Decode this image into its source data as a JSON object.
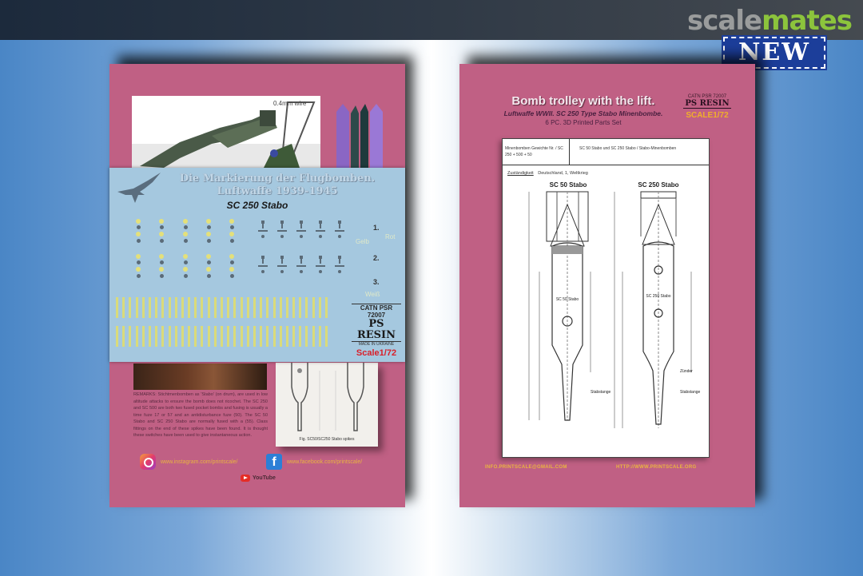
{
  "header": {
    "logo_part1": "scale",
    "logo_part2": "mates",
    "badge": "NEW"
  },
  "left_panel": {
    "image_label": "0.4mm wire",
    "decal_sheet": {
      "title_line1": "Die Markierung der Flugbomben.",
      "title_line2": "Luftwaffe 1939-1945",
      "subtitle": "SC 250 Stabo",
      "numbers": [
        "1.",
        "2.",
        "3."
      ],
      "pale_labels": [
        "Gelb",
        "Rot",
        "Weiß"
      ],
      "brand_code": "CATN PSR 72007",
      "brand_name": "PS RESIN",
      "brand_small": "MADE IN UKRAINE",
      "brand_scale": "Scale1/72"
    },
    "description": "REMARKS: Stichtmenbomben as 'Stabo' (on drum), are used in low altitude attacks to ensure the bomb does not ricochet. The SC 250 and SC 500 are both two fused pocket bombs and fusing is usually a time fuze 17 or 57 and an antidisturbance fuze (50). The SC 50 Stabo and SC 250 Stabo are normally fused with a (55). Class fittings on the end of these spikes have been found. It is thought these switches have been used to give instantaneous action.",
    "drawing_caption": "Fig. SC50/SC250 Stabo spikes",
    "instagram": "www.instagram.com/printscale/",
    "facebook": "www.facebook.com/printscale/",
    "youtube": "YouTube"
  },
  "right_panel": {
    "title": "Bomb trolley with the lift.",
    "subtitle": "Luftwaffe WWII. SC 250 Type Stabo Minenbombe.",
    "subtitle2": "6 PC. 3D Printed  Parts Set",
    "brand_code": "CATN PSR 72007",
    "brand_name": "PS RESIN",
    "brand_scale": "SCALE1/72",
    "sheet": {
      "head_left": "Minenbomben Gewichte Nr. / SC 250 + 500 + 50",
      "head_right": "SC 50 Stabo und SC 250 Stabo / Stabo-Minenbomben",
      "line_label": "Zuständigkeit",
      "line_value": "Deutschland, 1, Weltkrieg",
      "drawing1_title": "SC 50 Stabo",
      "drawing2_title": "SC 250 Stabo",
      "drawing1_label": "SC 50 Stabo",
      "drawing2_label": "SC 250 Stabo",
      "annotation1": "Zünder",
      "annotation2": "Stabstange"
    },
    "footer_email": "INFO.PRINTSCALE@GMAIL.COM",
    "footer_url": "HTTP://WWW.PRINTSCALE.ORG"
  },
  "colors": {
    "panel_pink": "#c06084",
    "decal_blue": "#a5c8df",
    "logo_green": "#8cc43c",
    "badge_blue": "#1c3e9a"
  }
}
